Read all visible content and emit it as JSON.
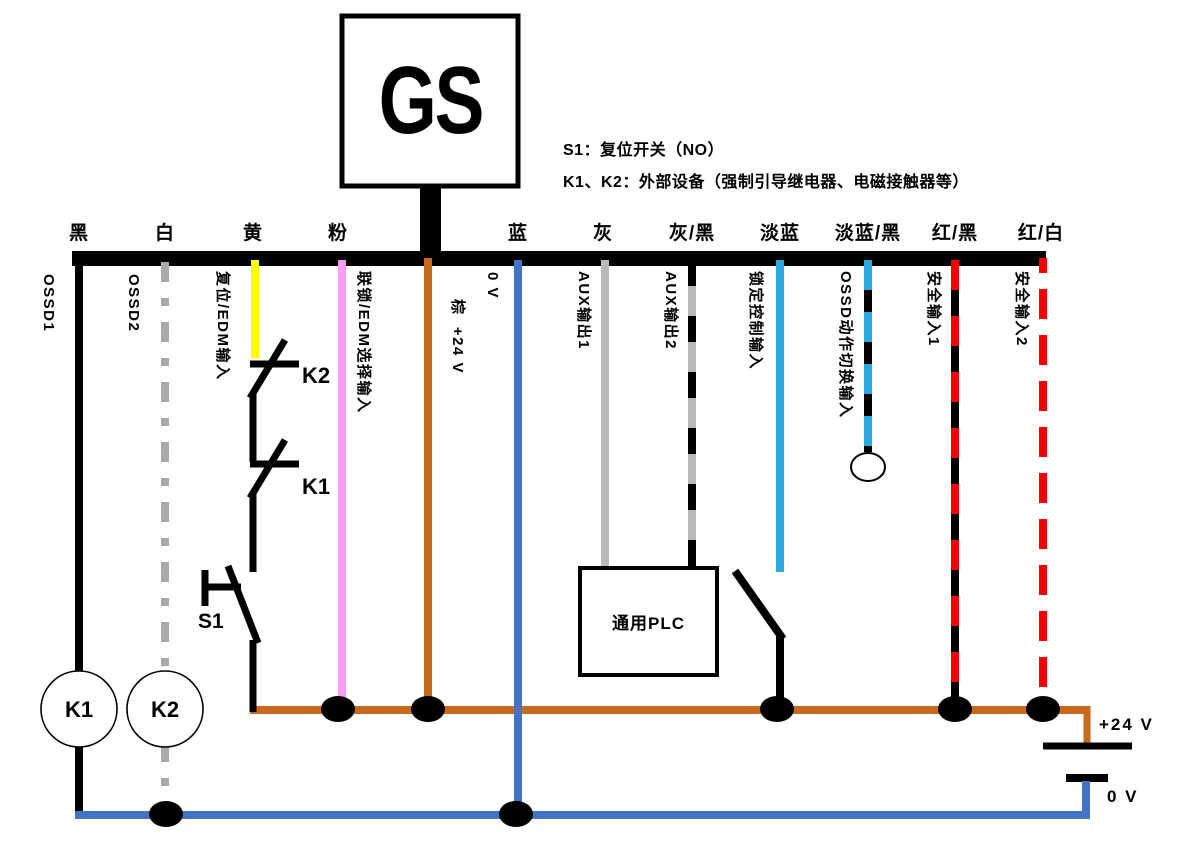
{
  "device": {
    "label": "GS"
  },
  "notes": {
    "line1": "S1：复位开关（NO）",
    "line2": "K1、K2：外部设备（强制引导继电器、电磁接触器等）"
  },
  "wires": [
    {
      "color_label": "黑",
      "signal": "OSSD1"
    },
    {
      "color_label": "白",
      "signal": "OSSD2"
    },
    {
      "color_label": "黄",
      "signal": "复位/EDM输入"
    },
    {
      "color_label": "粉",
      "signal": "联锁/EDM选择输入"
    },
    {
      "color_label": "",
      "signal": "棕  +24 V"
    },
    {
      "color_label": "蓝",
      "signal": "0 V"
    },
    {
      "color_label": "灰",
      "signal": "AUX输出1"
    },
    {
      "color_label": "灰/黑",
      "signal": "AUX输出2"
    },
    {
      "color_label": "淡蓝",
      "signal": "锁定控制输入"
    },
    {
      "color_label": "淡蓝/黑",
      "signal": "OSSD动作切换输入"
    },
    {
      "color_label": "红/黑",
      "signal": "安全输入1"
    },
    {
      "color_label": "红/白",
      "signal": "安全输入2"
    }
  ],
  "components": {
    "k1_coil": "K1",
    "k2_coil": "K2",
    "k2_contact": "K2",
    "k1_contact": "K1",
    "s1_switch": "S1",
    "plc": "通用PLC"
  },
  "power": {
    "supply_plus": "+24 V",
    "supply_zero": "0 V"
  },
  "colors": {
    "black": "#000000",
    "white_wire": "#ABABAB",
    "yellow": "#FFFF00",
    "pink": "#FB9BF5",
    "brown": "#C76A1B",
    "blue": "#4472C4",
    "gray": "#B9B9B9",
    "light_blue": "#29ABE2",
    "red": "#F80000"
  }
}
